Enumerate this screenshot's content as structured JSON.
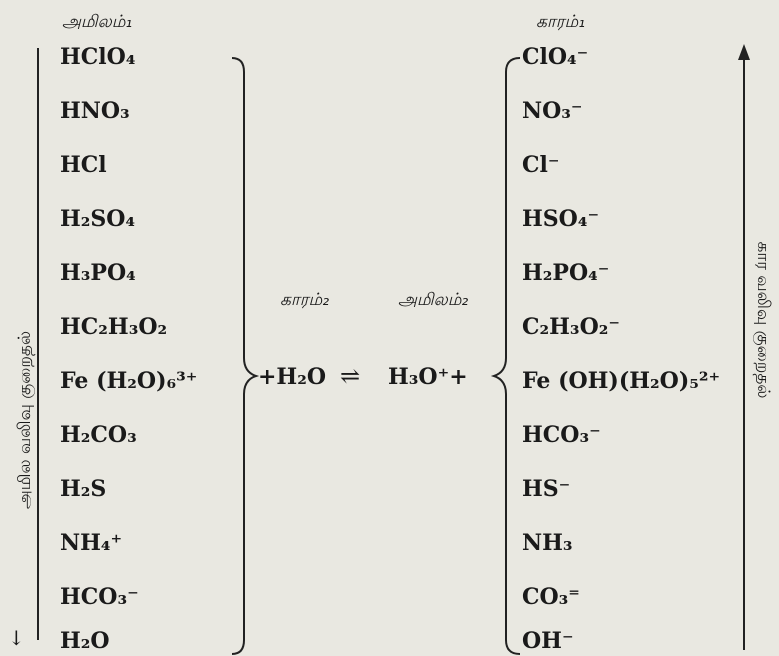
{
  "headers": {
    "acid1": "அமிலம்₁",
    "base1": "காரம்₁",
    "base2": "காரம்₂",
    "acid2": "அமிலம்₂"
  },
  "side_labels": {
    "left": "அமில வலிவு குறைதல்",
    "right": "கார வலிவு குறைதல்"
  },
  "equation": {
    "left": "+H₂O",
    "arrow": "⇌",
    "right": "H₃O⁺+"
  },
  "acids": [
    "HClO₄",
    "HNO₃",
    "HCl",
    "H₂SO₄",
    "H₃PO₄",
    "HC₂H₃O₂",
    "Fe (H₂O)₆³⁺",
    "H₂CO₃",
    "H₂S",
    "NH₄⁺",
    "HCO₃⁻",
    "H₂O"
  ],
  "bases": [
    "ClO₄⁻",
    "NO₃⁻",
    "Cl⁻",
    "HSO₄⁻",
    "H₂PO₄⁻",
    "C₂H₃O₂⁻",
    "Fe (OH)(H₂O)₅²⁺",
    "HCO₃⁻",
    "HS⁻",
    "NH₃",
    "CO₃⁼",
    "OH⁻"
  ],
  "arrows": {
    "down": "↓",
    "up": "↑"
  }
}
